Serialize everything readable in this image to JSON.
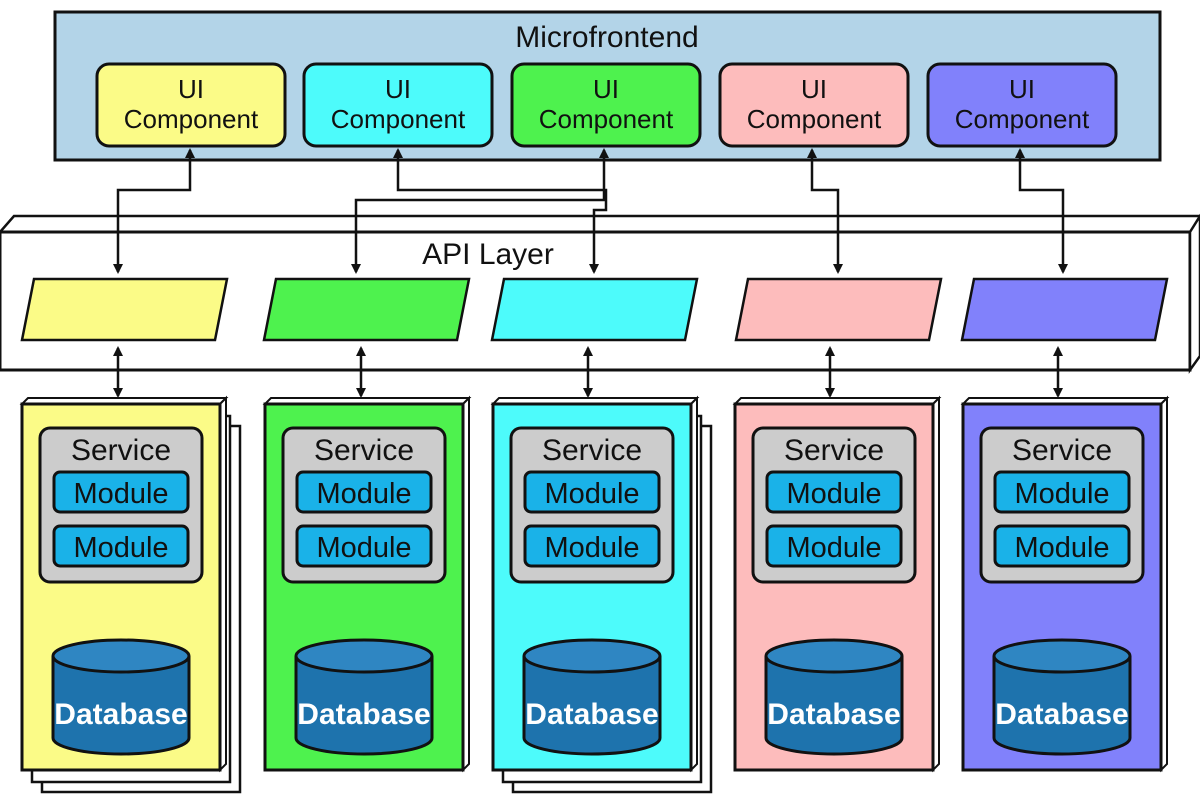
{
  "microfrontend": {
    "title": "Microfrontend",
    "components": [
      {
        "line1": "UI",
        "line2": "Component",
        "color": "#fbfb87"
      },
      {
        "line1": "UI",
        "line2": "Component",
        "color": "#4dfbfb"
      },
      {
        "line1": "UI",
        "line2": "Component",
        "color": "#4ef24e"
      },
      {
        "line1": "UI",
        "line2": "Component",
        "color": "#fdbcbc"
      },
      {
        "line1": "UI",
        "line2": "Component",
        "color": "#8181fb"
      }
    ]
  },
  "api_layer": {
    "title": "API Layer",
    "endpoints": [
      {
        "color": "#fbfb87"
      },
      {
        "color": "#4ef24e"
      },
      {
        "color": "#4dfbfb"
      },
      {
        "color": "#fdbcbc"
      },
      {
        "color": "#8181fb"
      }
    ]
  },
  "services": [
    {
      "color": "#fbfb87",
      "service_label": "Service",
      "modules": [
        "Module",
        "Module"
      ],
      "database_label": "Database"
    },
    {
      "color": "#4ef24e",
      "service_label": "Service",
      "modules": [
        "Module",
        "Module"
      ],
      "database_label": "Database"
    },
    {
      "color": "#4dfbfb",
      "service_label": "Service",
      "modules": [
        "Module",
        "Module"
      ],
      "database_label": "Database"
    },
    {
      "color": "#fdbcbc",
      "service_label": "Service",
      "modules": [
        "Module",
        "Module"
      ],
      "database_label": "Database"
    },
    {
      "color": "#8181fb",
      "service_label": "Service",
      "modules": [
        "Module",
        "Module"
      ],
      "database_label": "Database"
    }
  ],
  "colors": {
    "microfrontend_bg": "#b3d4e8",
    "module_fill": "#1ab2e8",
    "service_fill": "#cccccc",
    "database_fill": "#1e73ad",
    "database_top": "#2f86c2"
  }
}
